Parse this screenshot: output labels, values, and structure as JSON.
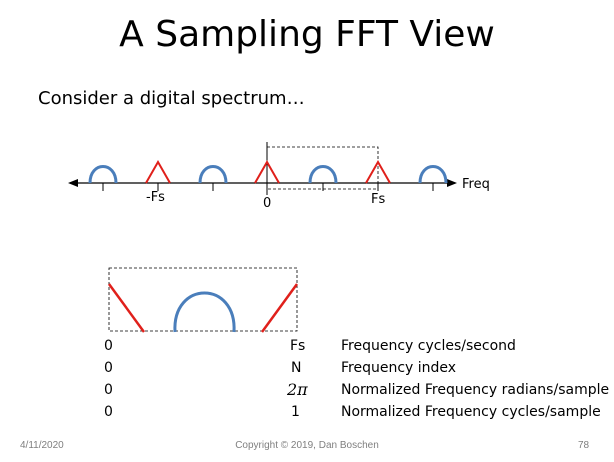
{
  "slide": {
    "title": "A Sampling FFT View",
    "subtitle": "Consider a digital spectrum…",
    "footer": {
      "date": "4/11/2020",
      "copyright": "Copyright © 2019, Dan Boschen",
      "page": "78"
    }
  },
  "top_axis": {
    "freq_label": "Freq",
    "neg_fs_label": "-Fs",
    "zero_label": "0",
    "fs_label": "Fs"
  },
  "mapping_table": [
    {
      "left": "0",
      "right": "Fs",
      "desc": "Frequency cycles/second"
    },
    {
      "left": "0",
      "right": "N",
      "desc": "Frequency index"
    },
    {
      "left": "0",
      "right": "2π",
      "desc": "Normalized Frequency radians/sample"
    },
    {
      "left": "0",
      "right": "1",
      "desc": "Normalized Frequency cycles/sample"
    }
  ],
  "colors": {
    "arch": "#4a7ebb",
    "triangle": "#e0201b",
    "axis": "#000000"
  }
}
